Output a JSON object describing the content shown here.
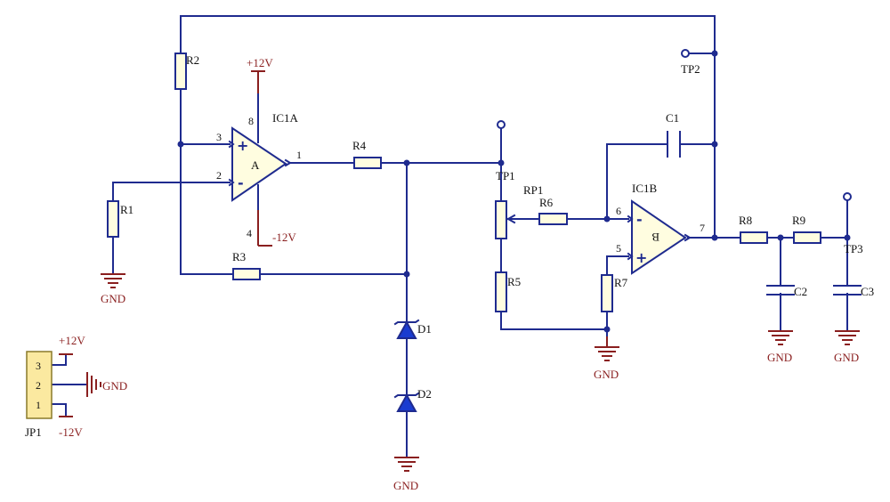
{
  "components": {
    "ic1a": {
      "name": "IC1A",
      "unit": "A",
      "plus": "+",
      "minus": "-",
      "pin_out": "1",
      "pin_in_plus": "3",
      "pin_in_minus": "2",
      "pin_vp": "8",
      "pin_vn": "4"
    },
    "ic1b": {
      "name": "IC1B",
      "unit": "B",
      "plus": "+",
      "minus": "-",
      "pin_out": "7",
      "pin_in_minus": "6",
      "pin_in_plus": "5"
    },
    "r1": "R1",
    "r2": "R2",
    "r3": "R3",
    "r4": "R4",
    "r5": "R5",
    "r6": "R6",
    "r7": "R7",
    "r8": "R8",
    "r9": "R9",
    "rp1": "RP1",
    "c1": "C1",
    "c2": "C2",
    "c3": "C3",
    "d1": "D1",
    "d2": "D2",
    "tp1": "TP1",
    "tp2": "TP2",
    "tp3": "TP3",
    "jp1": {
      "name": "JP1",
      "pin3": "3",
      "pin2": "2",
      "pin1": "1"
    }
  },
  "nets": {
    "vplus": "+12V",
    "vminus": "-12V",
    "gnd": "GND"
  },
  "colors": {
    "wire": "#1f2b8f",
    "power": "#8a1f1f",
    "component_fill": "#fffde0",
    "diode_fill": "#1a3cd0",
    "connector_fill": "#fbe9a0"
  }
}
